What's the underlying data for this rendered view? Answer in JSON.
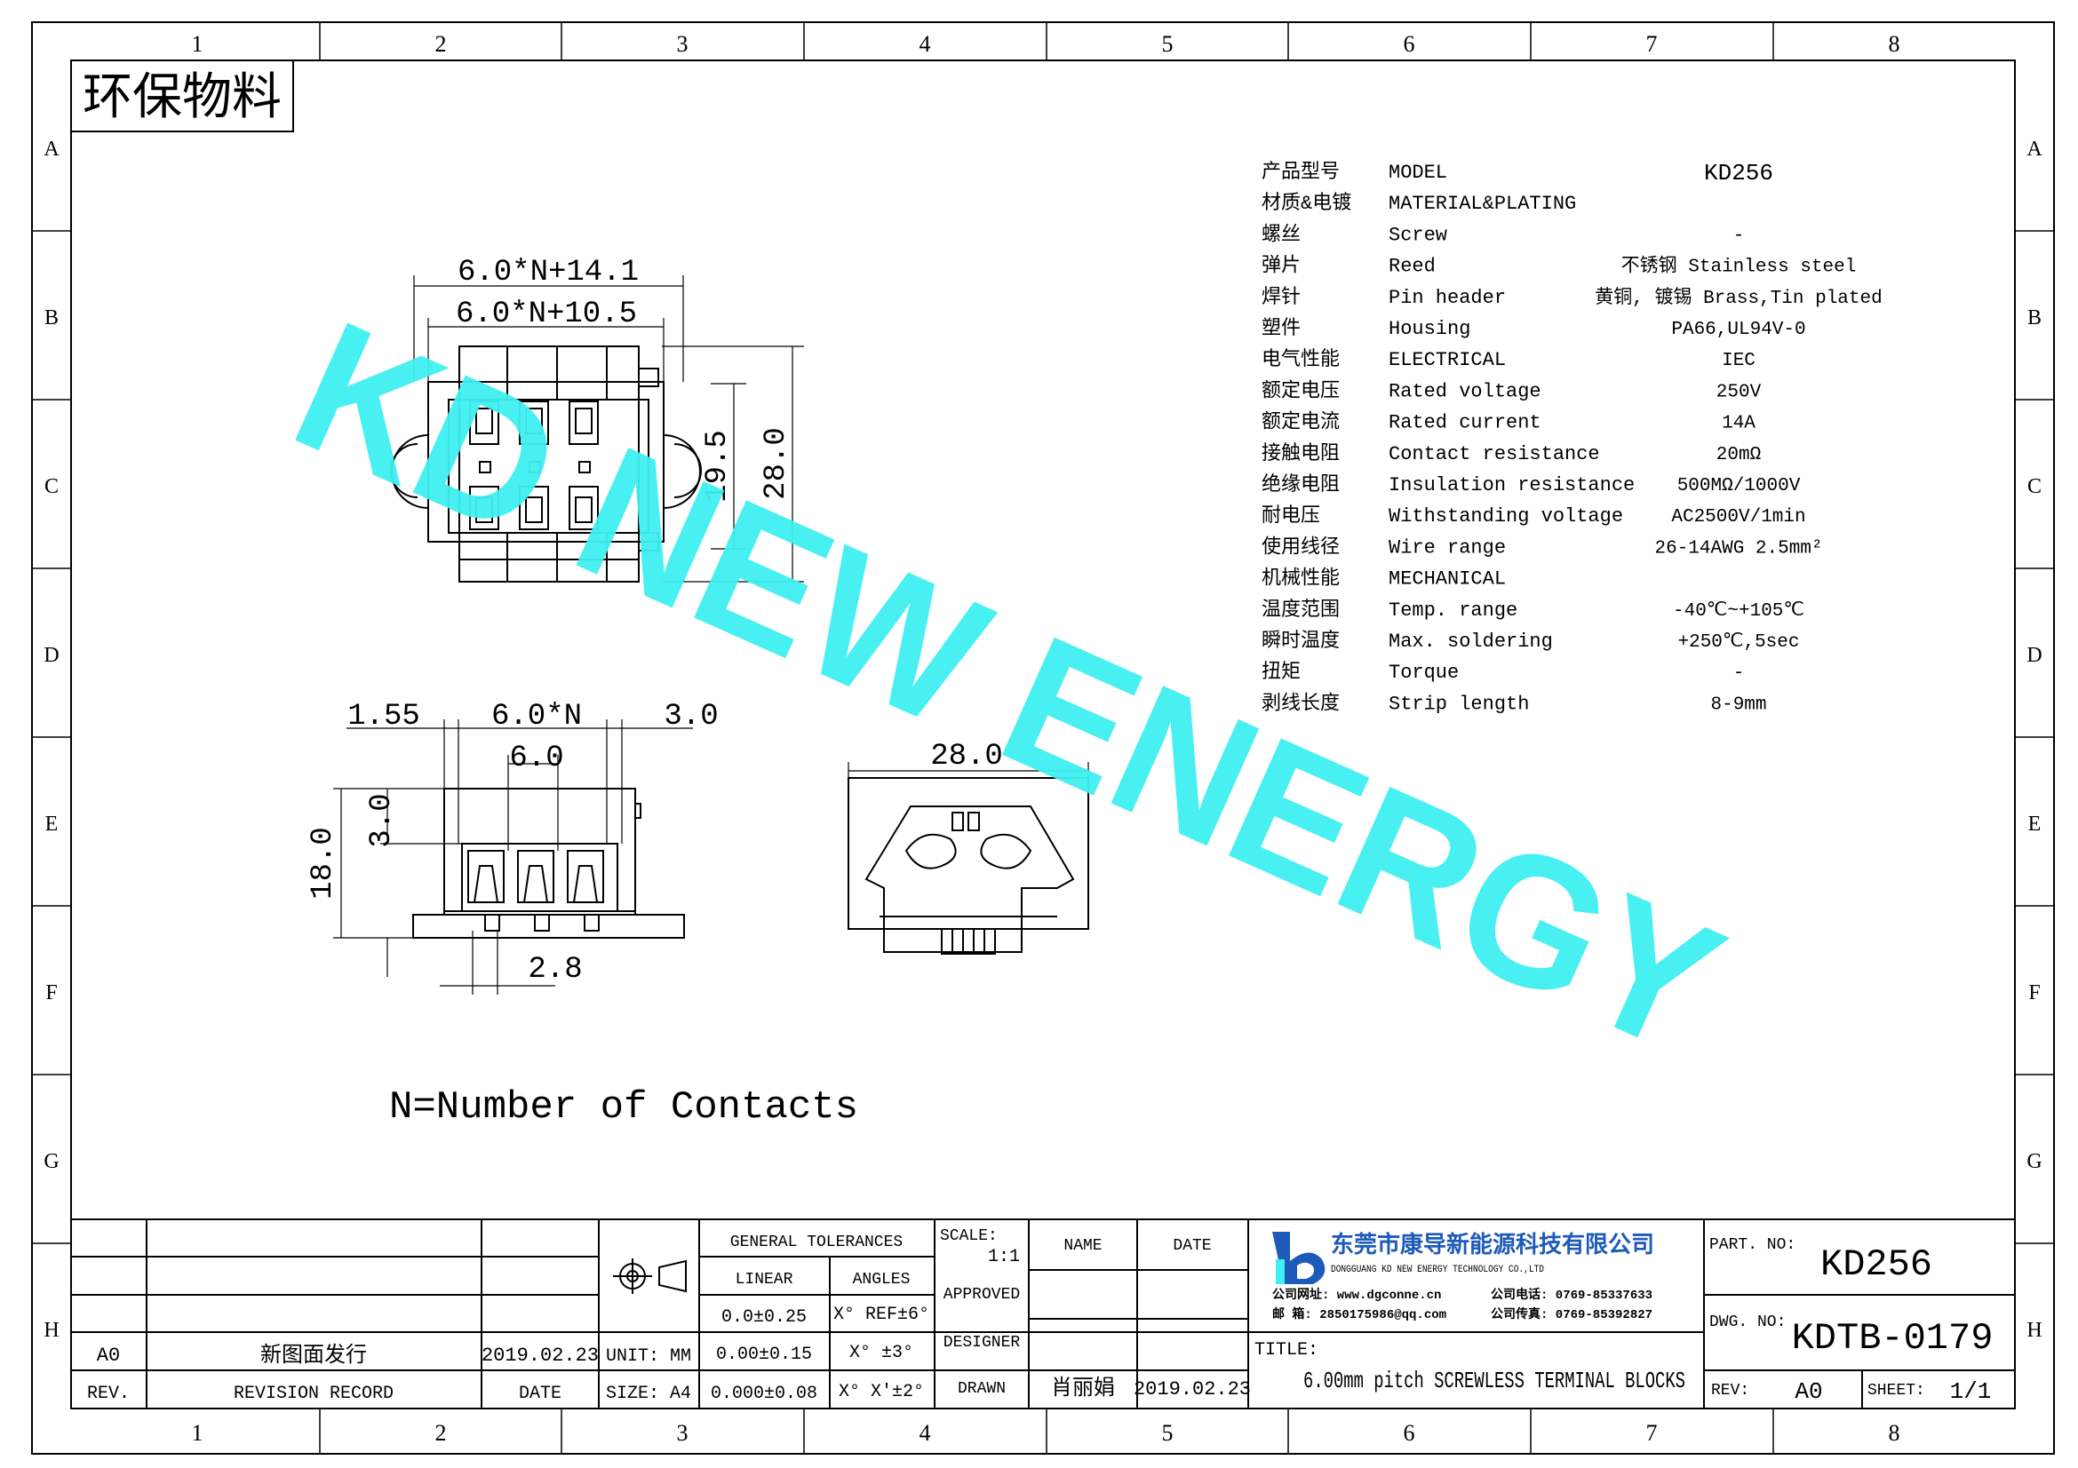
{
  "stamp": "环保物料",
  "watermark": "KD NEW ENERGY",
  "border": {
    "cols": [
      "1",
      "2",
      "3",
      "4",
      "5",
      "6",
      "7",
      "8"
    ],
    "rows": [
      "A",
      "B",
      "C",
      "D",
      "E",
      "F",
      "G",
      "H"
    ]
  },
  "dims": {
    "top_overall": "6.0*N+14.1",
    "top_inner": "6.0*N+10.5",
    "top_h1": "19.5",
    "top_h2": "28.0",
    "front_left": "1.55",
    "front_pitch_n": "6.0*N",
    "front_right": "3.0",
    "front_pitch": "6.0",
    "front_h_total": "18.0",
    "front_h_top": "3.0",
    "front_bottom": "2.8",
    "side_width": "28.0"
  },
  "note": "N=Number of Contacts",
  "specs": [
    {
      "cn": "产品型号",
      "en": "MODEL",
      "val": "KD256"
    },
    {
      "cn": "材质&电镀",
      "en": "MATERIAL&PLATING",
      "val": ""
    },
    {
      "cn": "螺丝",
      "en": "Screw",
      "val": "-"
    },
    {
      "cn": "弹片",
      "en": "Reed",
      "val": "不锈钢 Stainless steel"
    },
    {
      "cn": "焊针",
      "en": "Pin header",
      "val": "黄铜, 镀锡 Brass,Tin plated"
    },
    {
      "cn": "塑件",
      "en": "Housing",
      "val": "PA66,UL94V-0"
    },
    {
      "cn": "电气性能",
      "en": "ELECTRICAL",
      "val": "IEC"
    },
    {
      "cn": "额定电压",
      "en": "Rated voltage",
      "val": "250V"
    },
    {
      "cn": "额定电流",
      "en": "Rated current",
      "val": "14A"
    },
    {
      "cn": "接触电阻",
      "en": "Contact resistance",
      "val": "20mΩ"
    },
    {
      "cn": "绝缘电阻",
      "en": "Insulation resistance",
      "val": "500MΩ/1000V"
    },
    {
      "cn": "耐电压",
      "en": "Withstanding voltage",
      "val": "AC2500V/1min"
    },
    {
      "cn": "使用线径",
      "en": "Wire range",
      "val": "26-14AWG 2.5mm²"
    },
    {
      "cn": "机械性能",
      "en": "MECHANICAL",
      "val": ""
    },
    {
      "cn": "温度范围",
      "en": "Temp. range",
      "val": "-40℃~+105℃"
    },
    {
      "cn": "瞬时温度",
      "en": "Max. soldering",
      "val": "+250℃,5sec"
    },
    {
      "cn": "扭矩",
      "en": "Torque",
      "val": "-"
    },
    {
      "cn": "剥线长度",
      "en": "Strip length",
      "val": "8-9mm"
    }
  ],
  "titleblock": {
    "rev_code": "A0",
    "rev_desc": "新图面发行",
    "rev_date": "2019.02.23",
    "rev_col": "REV.",
    "record_col": "REVISION RECORD",
    "date_col": "DATE",
    "unit": "UNIT: MM",
    "size": "SIZE: A4",
    "gen_tol": "GENERAL TOLERANCES",
    "linear": "LINEAR",
    "angles": "ANGLES",
    "lin1": "0.0±0.25",
    "lin2": "0.00±0.15",
    "lin3": "0.000±0.08",
    "ang1": "X° REF±6°",
    "ang2": "X° ±3°",
    "ang3": "X° X'±2°",
    "scale_label": "SCALE:",
    "scale_val": "1:1",
    "approved": "APPROVED",
    "designer": "DESIGNER",
    "drawn": "DRAWN",
    "name_col": "NAME",
    "date_col2": "DATE",
    "drawn_name": "肖丽娟",
    "drawn_date": "2019.02.23",
    "company_cn": "东莞市康导新能源科技有限公司",
    "company_en": "DONGGUANG KD NEW ENERGY TECHNOLOGY CO.,LTD",
    "website": "公司网址: www.dgconne.cn",
    "phone": "公司电话: 0769-85337633",
    "email": "邮    箱: 2850175986@qq.com",
    "fax": "公司传真: 0769-85392827",
    "title_label": "TITLE:",
    "title": "6.00mm pitch SCREWLESS TERMINAL BLOCKS",
    "part_label": "PART. NO:",
    "part_no": "KD256",
    "dwg_label": "DWG. NO:",
    "dwg_no": "KDTB-0179",
    "rev_label": "REV:",
    "rev_val": "A0",
    "sheet_label": "SHEET:",
    "sheet_val": "1/1"
  },
  "colors": {
    "watermark": "#3ff0f2",
    "logo": "#1e5bb8"
  }
}
